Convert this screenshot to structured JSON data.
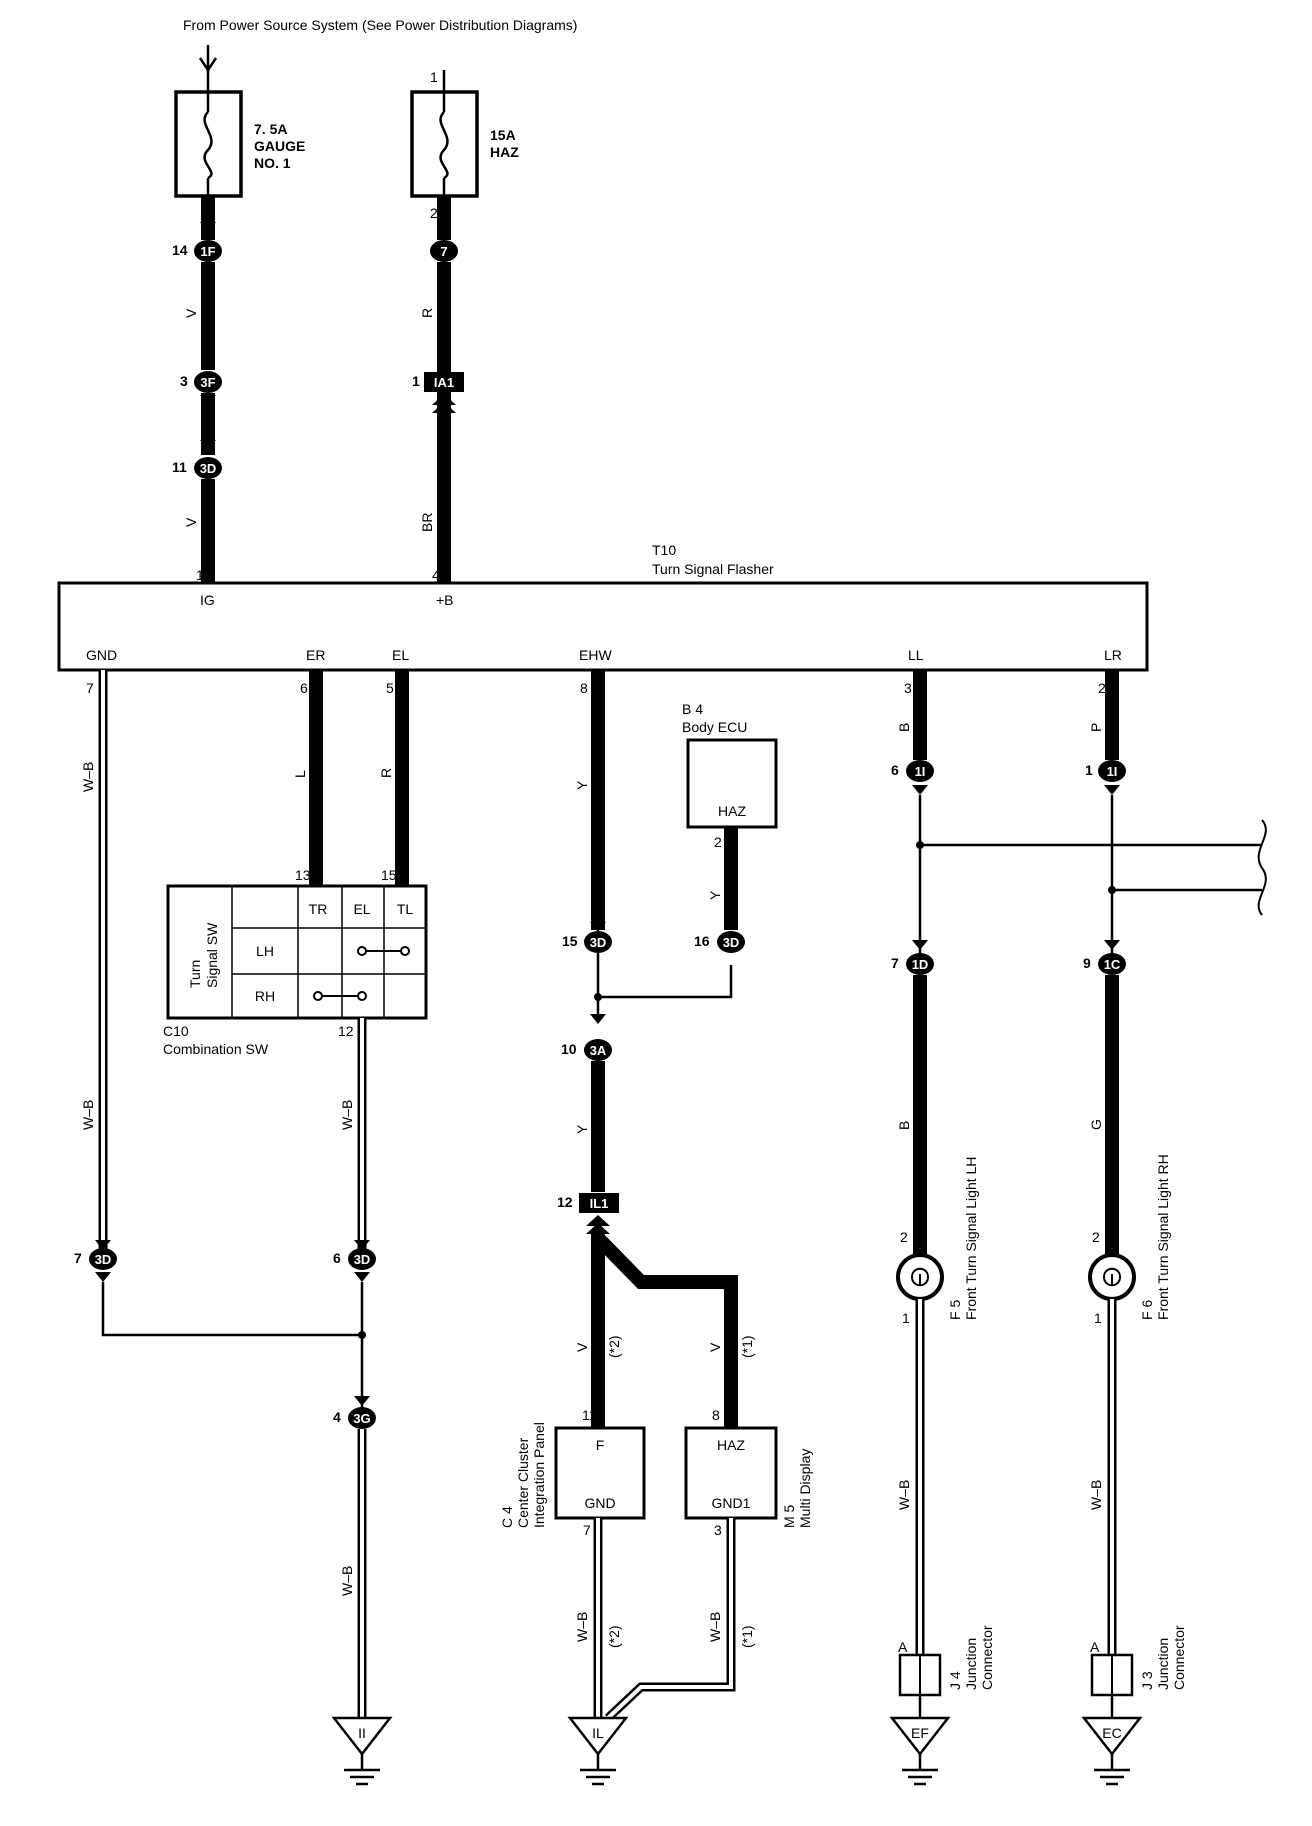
{
  "header": {
    "source": "From Power Source System (See Power Distribution Diagrams)"
  },
  "fuses": [
    {
      "rating": "7. 5A",
      "name1": "GAUGE",
      "name2": "NO. 1"
    },
    {
      "rating": "15A",
      "name1": "HAZ",
      "pin_top": "1",
      "pin_bottom": "2"
    }
  ],
  "flasher": {
    "ref": "T10",
    "name": "Turn Signal Flasher",
    "pins": {
      "ig": "IG",
      "b": "+B",
      "gnd": "GND",
      "er": "ER",
      "el": "EL",
      "ehw": "EHW",
      "ll": "LL",
      "lr": "LR"
    },
    "pin_nums": {
      "ig": "1",
      "b": "4",
      "gnd": "7",
      "er": "6",
      "el": "5",
      "ehw": "8",
      "ll": "3",
      "lr": "2"
    }
  },
  "connectors": {
    "c1f": {
      "id": "1F",
      "pin": "14"
    },
    "c7": {
      "id": "7"
    },
    "c3f": {
      "id": "3F",
      "pin": "3"
    },
    "cia1": {
      "id": "IA1",
      "pin": "1"
    },
    "c3d_11": {
      "id": "3D",
      "pin": "11"
    },
    "c1i_6": {
      "id": "1I",
      "pin": "6"
    },
    "c1i_1": {
      "id": "1I",
      "pin": "1"
    },
    "c3d_15": {
      "id": "3D",
      "pin": "15"
    },
    "c3d_16": {
      "id": "3D",
      "pin": "16"
    },
    "c1d": {
      "id": "1D",
      "pin": "7"
    },
    "c1c": {
      "id": "1C",
      "pin": "9"
    },
    "c3a": {
      "id": "3A",
      "pin": "10"
    },
    "cil1": {
      "id": "IL1",
      "pin": "12"
    },
    "c3d_7": {
      "id": "3D",
      "pin": "7"
    },
    "c3d_6": {
      "id": "3D",
      "pin": "6"
    },
    "c3g": {
      "id": "3G",
      "pin": "4"
    }
  },
  "wire_colors": {
    "v1": "V",
    "r1": "R",
    "v2": "V",
    "br": "BR",
    "wb1": "W–B",
    "l": "L",
    "r2": "R",
    "y1": "Y",
    "b1": "B",
    "p": "P",
    "y2": "Y",
    "wb2": "W–B",
    "wb3": "W–B",
    "y3": "Y",
    "b2": "B",
    "g": "G",
    "v3": "V",
    "v3n": "(*2)",
    "v4": "V",
    "v4n": "(*1)",
    "wb4": "W–B",
    "wb5": "W–B",
    "wb5n": "(*2)",
    "wb6": "W–B",
    "wb6n": "(*1)",
    "wb7": "W–B",
    "wb8": "W–B"
  },
  "body_ecu": {
    "ref": "B 4",
    "name": "Body ECU",
    "pin_label": "HAZ",
    "pin": "2"
  },
  "combo_sw": {
    "ref": "C10",
    "name": "Combination SW",
    "title1": "Turn",
    "title2": "Signal SW",
    "cols": [
      "TR",
      "EL",
      "TL"
    ],
    "rows": [
      "LH",
      "RH"
    ],
    "pin_tr": "13",
    "pin_tl": "15",
    "pin_el": "12"
  },
  "center_cluster": {
    "ref": "C 4",
    "name1": "Center Cluster",
    "name2": "Integration Panel",
    "top": "F",
    "bottom": "GND",
    "pin_top": "11",
    "pin_bottom": "7"
  },
  "multi_display": {
    "ref": "M 5",
    "name": "Multi Display",
    "top": "HAZ",
    "bottom": "GND1",
    "pin_top": "8",
    "pin_bottom": "3"
  },
  "lights": [
    {
      "ref": "F 5",
      "name": "Front Turn Signal Light LH",
      "pin_top": "2",
      "pin_bottom": "1"
    },
    {
      "ref": "F 6",
      "name": "Front Turn Signal Light RH",
      "pin_top": "2",
      "pin_bottom": "1"
    }
  ],
  "junctions": [
    {
      "ref": "J 4",
      "name1": "Junction",
      "name2": "Connector",
      "pin": "A"
    },
    {
      "ref": "J 3",
      "name1": "Junction",
      "name2": "Connector",
      "pin": "A"
    }
  ],
  "grounds": {
    "g1": "II",
    "g2": "IL",
    "g3": "EF",
    "g4": "EC"
  }
}
